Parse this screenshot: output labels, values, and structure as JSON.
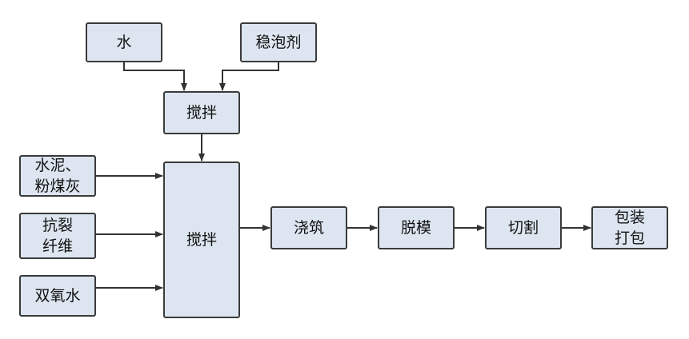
{
  "nodes": {
    "water": "水",
    "stabilizer": "稳泡剂",
    "mix1": "搅拌",
    "cement": "水泥、\n粉煤灰",
    "fiber": "抗裂\n纤维",
    "h2o2": "双氧水",
    "mix2": "搅拌",
    "pour": "浇筑",
    "demold": "脱模",
    "cut": "切割",
    "pack": "包装\n打包"
  },
  "colors": {
    "box_fill": "#dde6f0",
    "box_border": "#3a3a3a",
    "arrow": "#333333"
  }
}
